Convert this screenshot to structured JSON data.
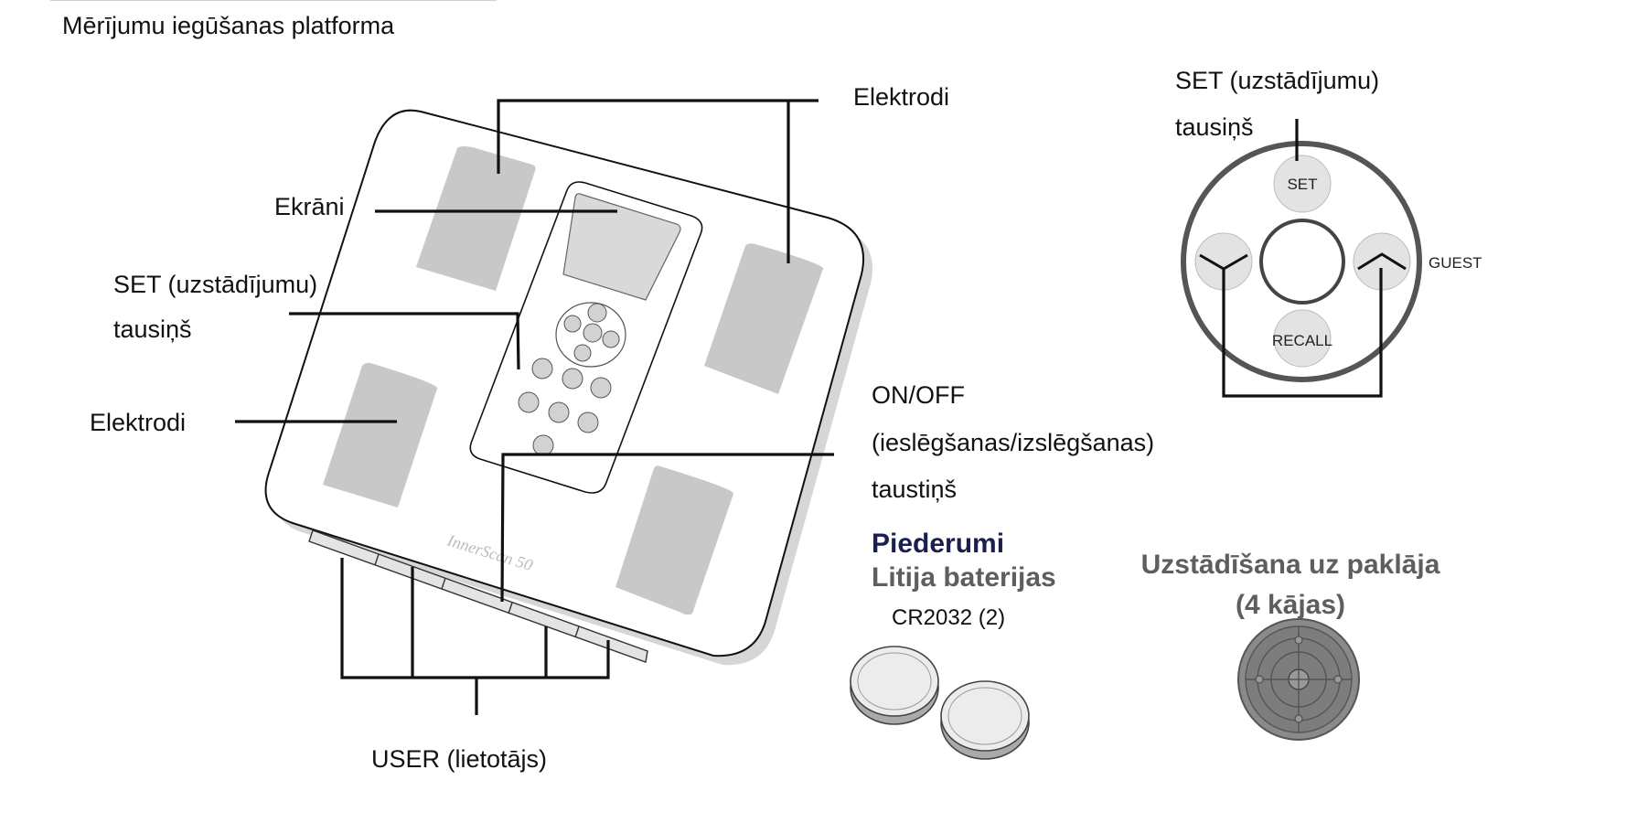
{
  "page_title": "Mērījumu iegūšanas platforma",
  "labels": {
    "elektrodi_top": "Elektrodi",
    "ekrani": "Ekrāni",
    "set_line1": "SET (uzstādījumu)",
    "set_line2": "tausiņš",
    "elektrodi_left": "Elektrodi",
    "onoff_line1": "ON/OFF",
    "onoff_line2": "(ieslēgšanas/izslēgšanas)",
    "onoff_line3": "taustiņš",
    "user": "USER (lietotājs)",
    "brand": "InnerScan 50"
  },
  "panel": {
    "set_line1": "SET (uzstādījumu)",
    "set_line2": "tausiņš",
    "set_button": "SET",
    "recall_button": "RECALL",
    "guest": "GUEST",
    "icons": [
      "chevron-down-icon",
      "chevron-up-icon"
    ]
  },
  "accessories": {
    "heading": "Piederumi",
    "battery_title": "Litija baterijas",
    "battery_model": "CR2032 (2)",
    "carpet_line1": "Uzstādīšana uz paklāja",
    "carpet_line2": "(4 kājas)"
  },
  "colors": {
    "electrode": "#c8c8c8",
    "outline": "#111111",
    "heading_navy": "#1a1f4d",
    "heading_gray": "#5e5e5e"
  }
}
